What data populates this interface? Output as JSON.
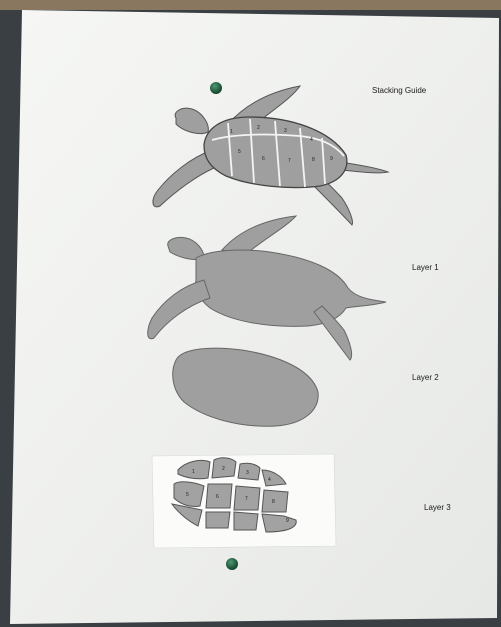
{
  "labels": {
    "title": "Stacking Guide",
    "layer1": "Layer 1",
    "layer2": "Layer 2",
    "layer3": "Layer 3"
  },
  "scute_numbers": {
    "guide": [
      "1",
      "2",
      "3",
      "4",
      "5",
      "6",
      "7",
      "8",
      "9"
    ],
    "layer3": [
      "1",
      "2",
      "3",
      "4",
      "5",
      "6",
      "7",
      "8",
      "9"
    ]
  },
  "colors": {
    "paper": "#f2f3f1",
    "shell": "#a09fa0",
    "pin": "#1f5a3c",
    "background": "#3a3f43"
  }
}
